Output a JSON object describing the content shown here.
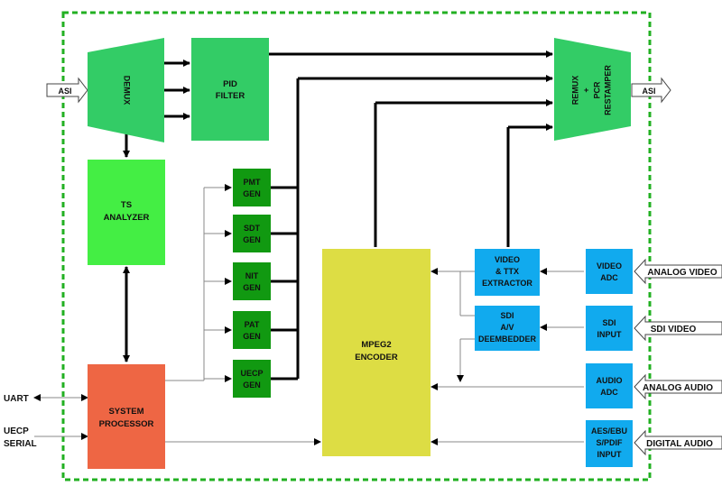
{
  "colors": {
    "border": "#22b022",
    "green_block": "#33cc66",
    "ts_analyzer": "#44ee44",
    "gen_block": "#119911",
    "system_processor": "#ee6644",
    "encoder": "#dddd44",
    "cyan_block": "#11aaee",
    "thick_line": "#000000",
    "thin_line": "#888888"
  },
  "blocks": {
    "demux": "DEMUX",
    "pid_filter_1": "PID",
    "pid_filter_2": "FILTER",
    "remux_1": "REMUX",
    "remux_2": "+",
    "remux_3": "PCR",
    "remux_4": "RESTAMPER",
    "ts_analyzer_1": "TS",
    "ts_analyzer_2": "ANALYZER",
    "pmt_1": "PMT",
    "pmt_2": "GEN",
    "sdt_1": "SDT",
    "sdt_2": "GEN",
    "nit_1": "NIT",
    "nit_2": "GEN",
    "pat_1": "PAT",
    "pat_2": "GEN",
    "uecp_1": "UECP",
    "uecp_2": "GEN",
    "sys_1": "SYSTEM",
    "sys_2": "PROCESSOR",
    "enc_1": "MPEG2",
    "enc_2": "ENCODER",
    "vte_1": "VIDEO",
    "vte_2": "& TTX",
    "vte_3": "EXTRACTOR",
    "sdi_deemb_1": "SDI",
    "sdi_deemb_2": "A/V",
    "sdi_deemb_3": "DEEMBEDDER",
    "video_adc_1": "VIDEO",
    "video_adc_2": "ADC",
    "sdi_input_1": "SDI",
    "sdi_input_2": "INPUT",
    "audio_adc_1": "AUDIO",
    "audio_adc_2": "ADC",
    "aes_1": "AES/EBU",
    "aes_2": "S/PDIF",
    "aes_3": "INPUT"
  },
  "external": {
    "asi_in": "ASI",
    "asi_out": "ASI",
    "uart": "UART",
    "uecp_serial_1": "UECP",
    "uecp_serial_2": "SERIAL",
    "analog_video": "ANALOG VIDEO",
    "sdi_video": "SDI VIDEO",
    "analog_audio": "ANALOG AUDIO",
    "digital_audio": "DIGITAL AUDIO"
  }
}
